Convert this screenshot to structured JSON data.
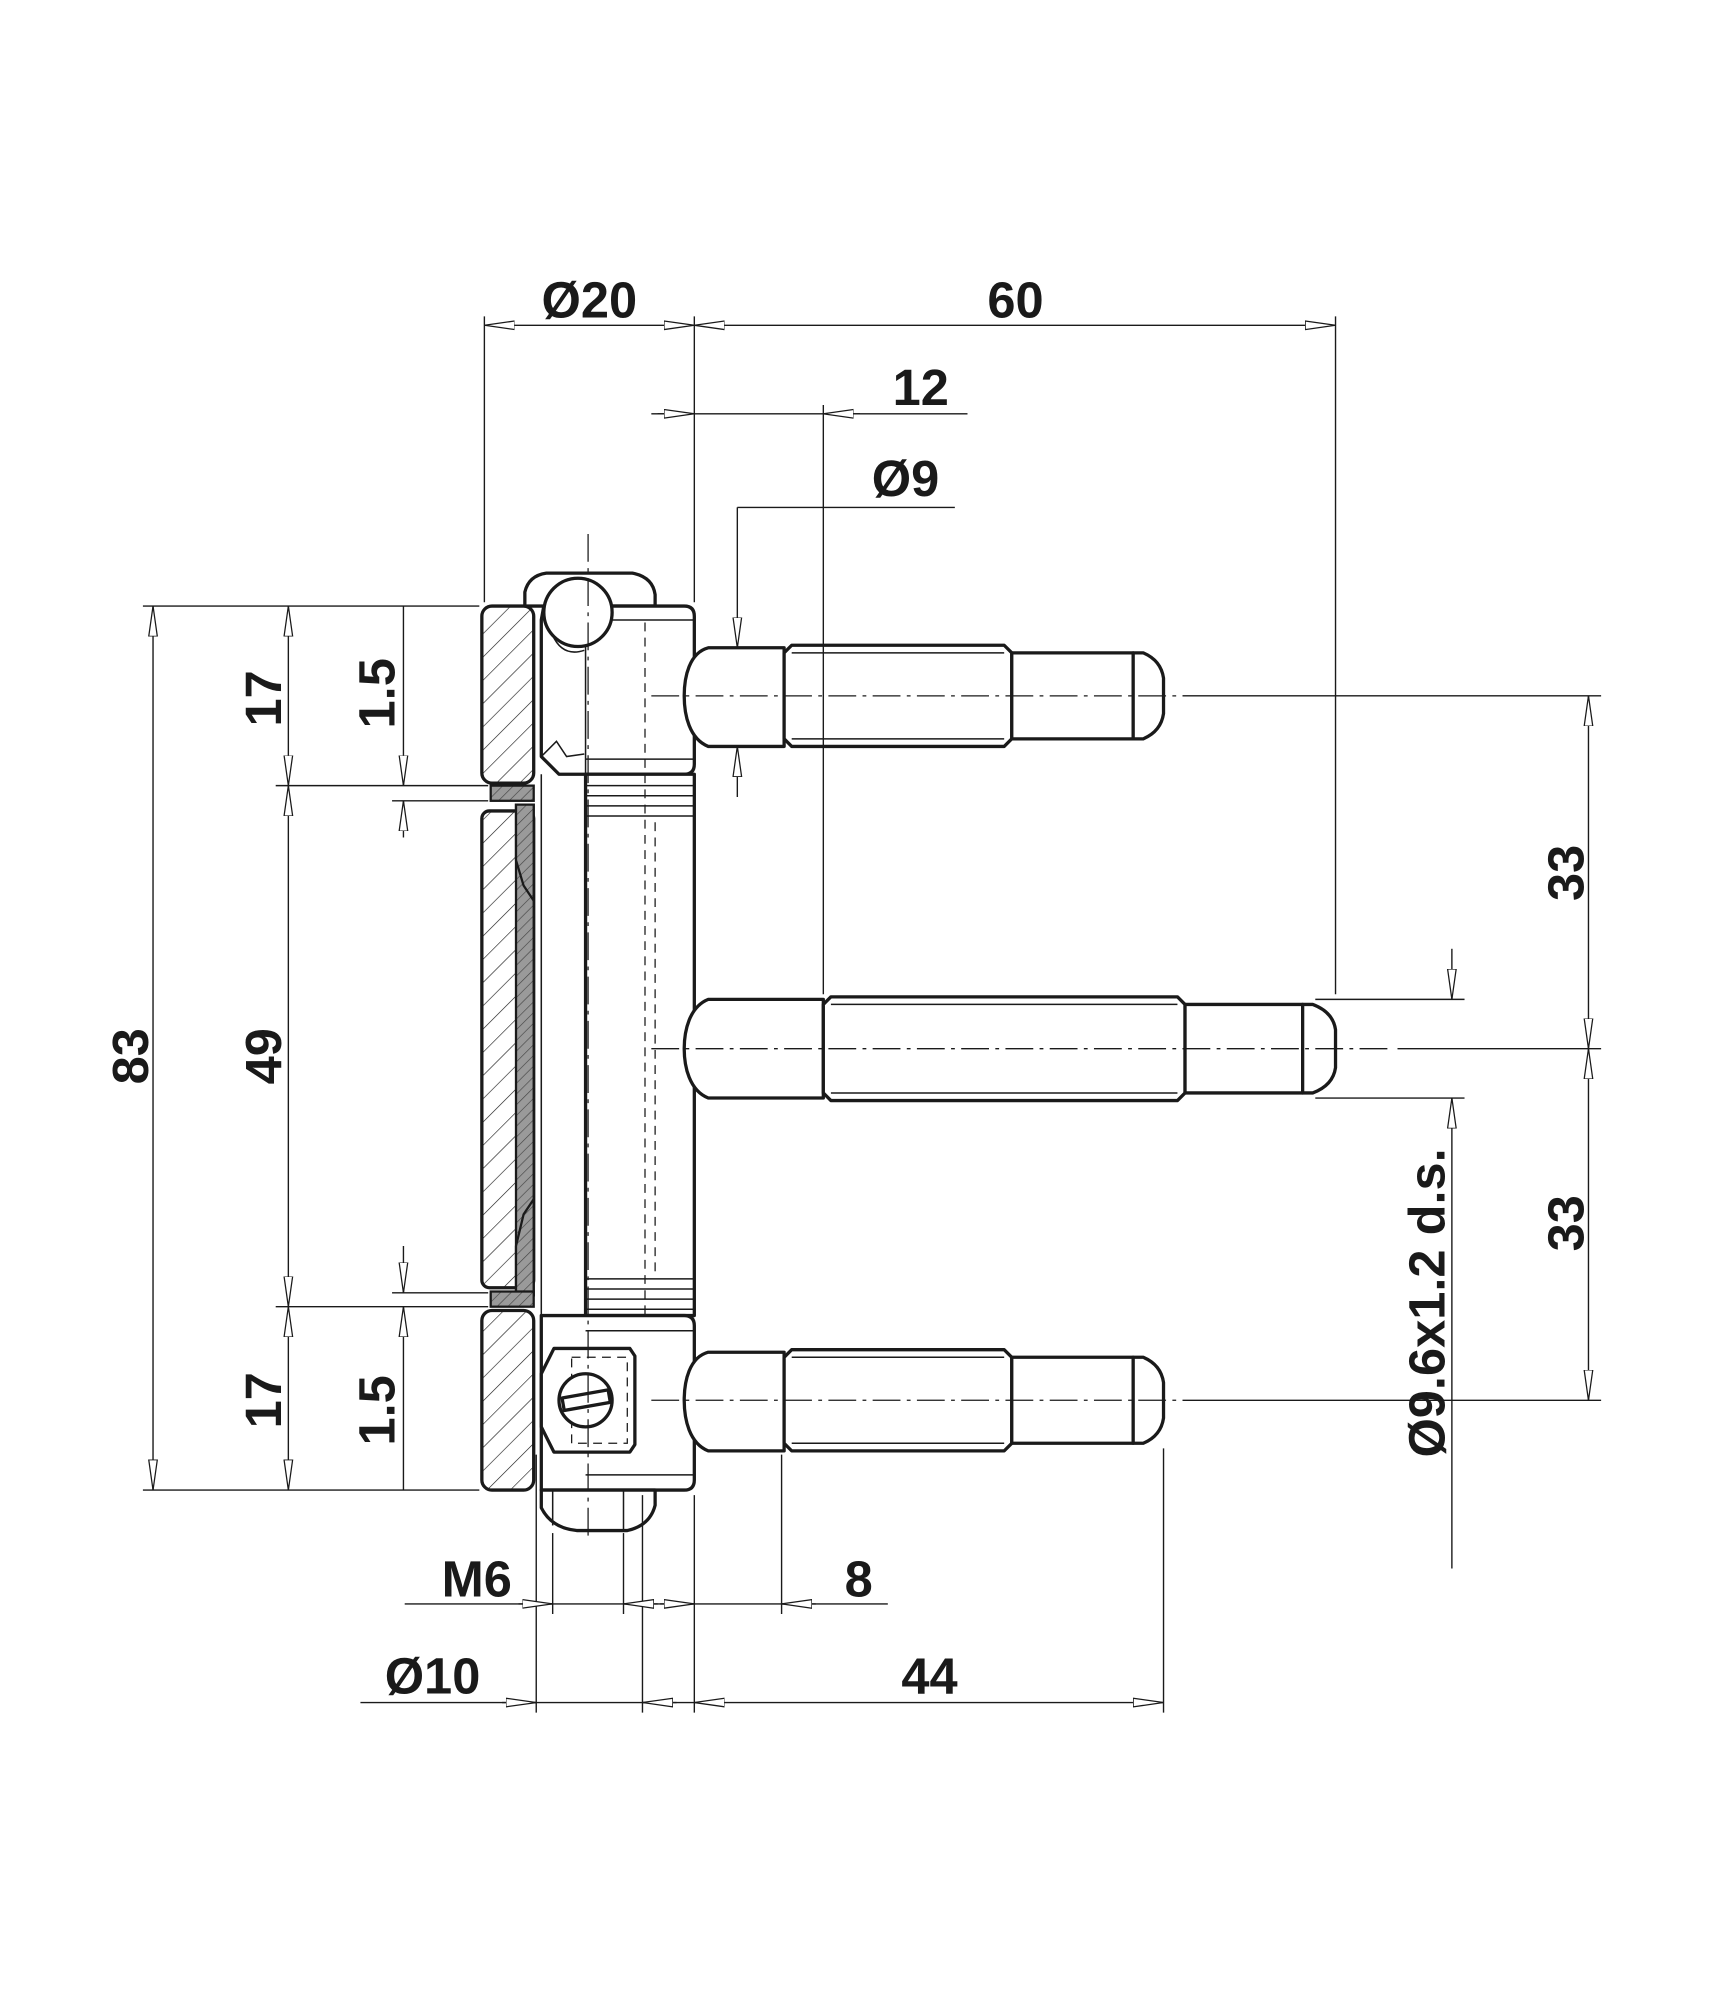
{
  "dimensions": {
    "barrel_diameter": "Ø20",
    "overall_depth": "60",
    "pin_offset": "12",
    "pin_diameter": "Ø9",
    "overall_height": "83",
    "top_section_height": "17",
    "top_washer_height": "1.5",
    "middle_section_height": "49",
    "bottom_section_height": "17",
    "bottom_washer_height": "1.5",
    "pin_spacing_upper": "33",
    "pin_spacing_lower": "33",
    "thread_spec": "Ø9.6x1.2 d.s.",
    "screw_thread": "M6",
    "short_offset": "8",
    "screw_diameter": "Ø10",
    "outer_pin_length": "44"
  },
  "colors": {
    "line": "#1a1a1a",
    "background": "#ffffff",
    "washer": "#9a9a9a"
  }
}
